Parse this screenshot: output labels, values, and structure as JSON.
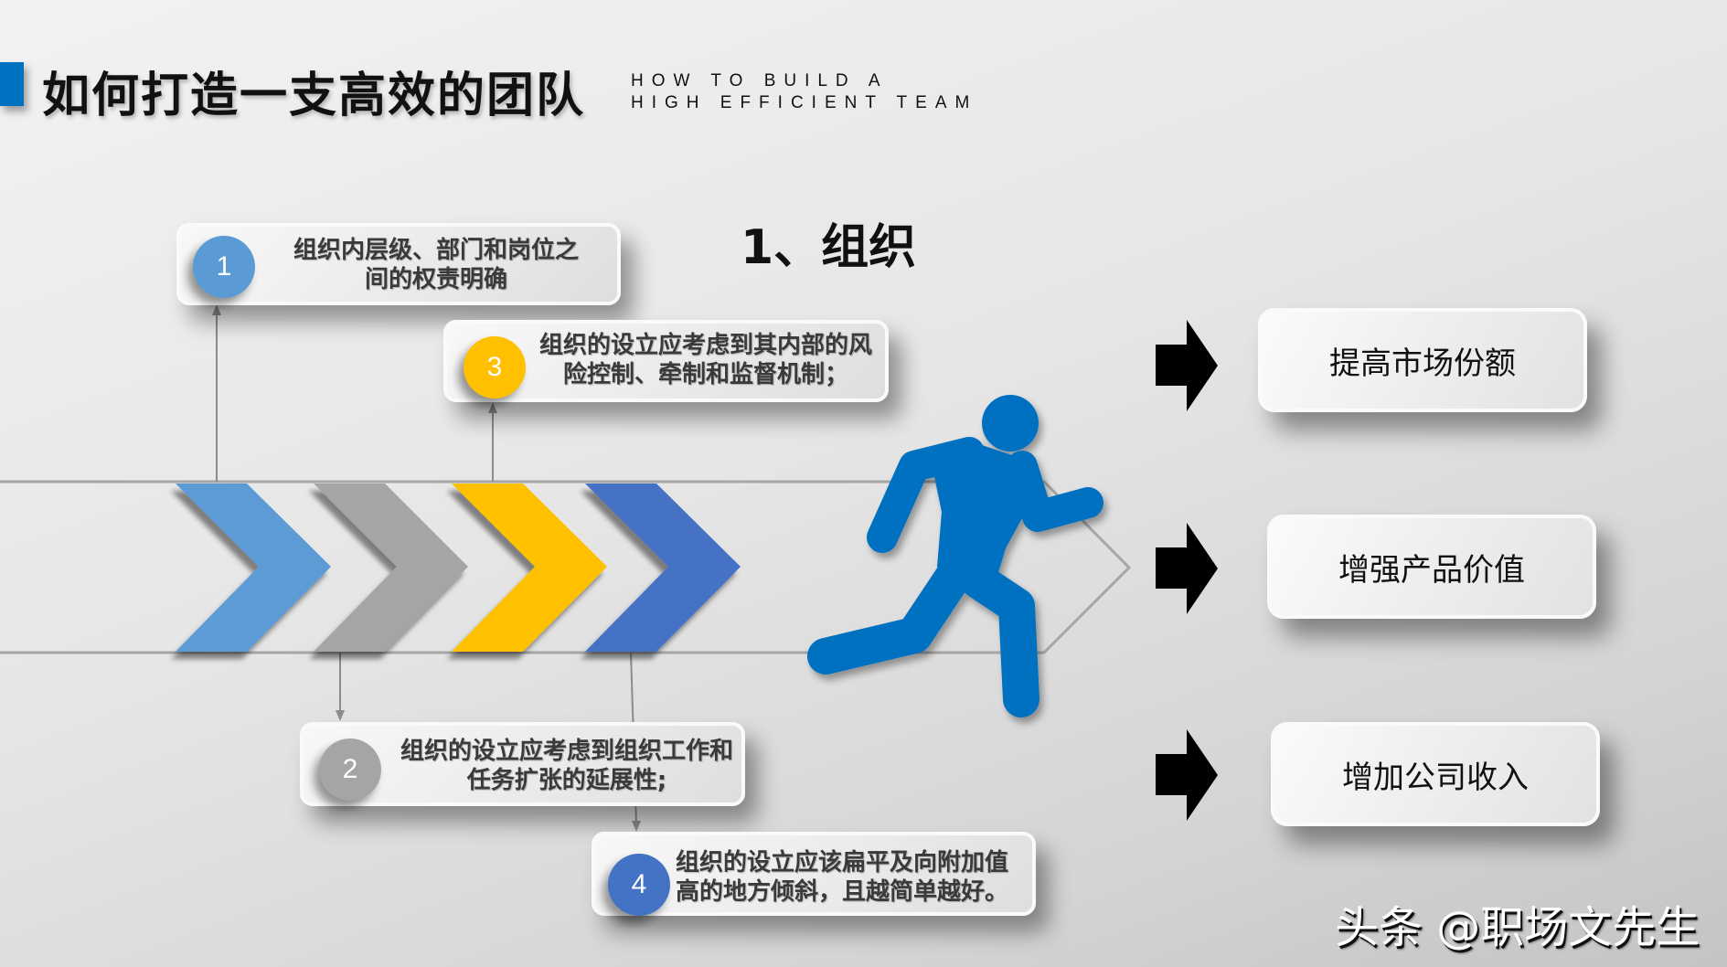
{
  "header": {
    "title": "如何打造一支高效的团队",
    "subtitle_line1": "HOW TO BUILD A",
    "subtitle_line2": "HIGH EFFICIENT TEAM",
    "accent_color": "#0070c0"
  },
  "section": {
    "title": "1、组织"
  },
  "points": [
    {
      "number": "1",
      "text_line1": "组织内层级、部门和岗位之",
      "text_line2": "间的权责明确",
      "color": "#5b9bd5"
    },
    {
      "number": "2",
      "text_line1": "组织的设立应考虑到组织工作和",
      "text_line2": "任务扩张的延展性;",
      "color": "#a5a5a5"
    },
    {
      "number": "3",
      "text_line1": "组织的设立应考虑到其内部的风",
      "text_line2": "险控制、牵制和监督机制；",
      "color": "#ffc000"
    },
    {
      "number": "4",
      "text_line1": "组织的设立应该扁平及向附加值",
      "text_line2": "高的地方倾斜，且越简单越好。",
      "color": "#4472c4"
    }
  ],
  "chevrons": [
    {
      "color": "#5b9bd5"
    },
    {
      "color": "#a5a5a5"
    },
    {
      "color": "#ffc000"
    },
    {
      "color": "#4472c4"
    }
  ],
  "runner": {
    "icon": "running-person-icon",
    "color": "#0070c0"
  },
  "outcomes": [
    {
      "label": "提高市场份额",
      "icon": "arrow-right-icon"
    },
    {
      "label": "增强产品价值",
      "icon": "arrow-right-icon"
    },
    {
      "label": "增加公司收入",
      "icon": "arrow-right-icon"
    }
  ],
  "watermark": "头条 @职场文先生"
}
